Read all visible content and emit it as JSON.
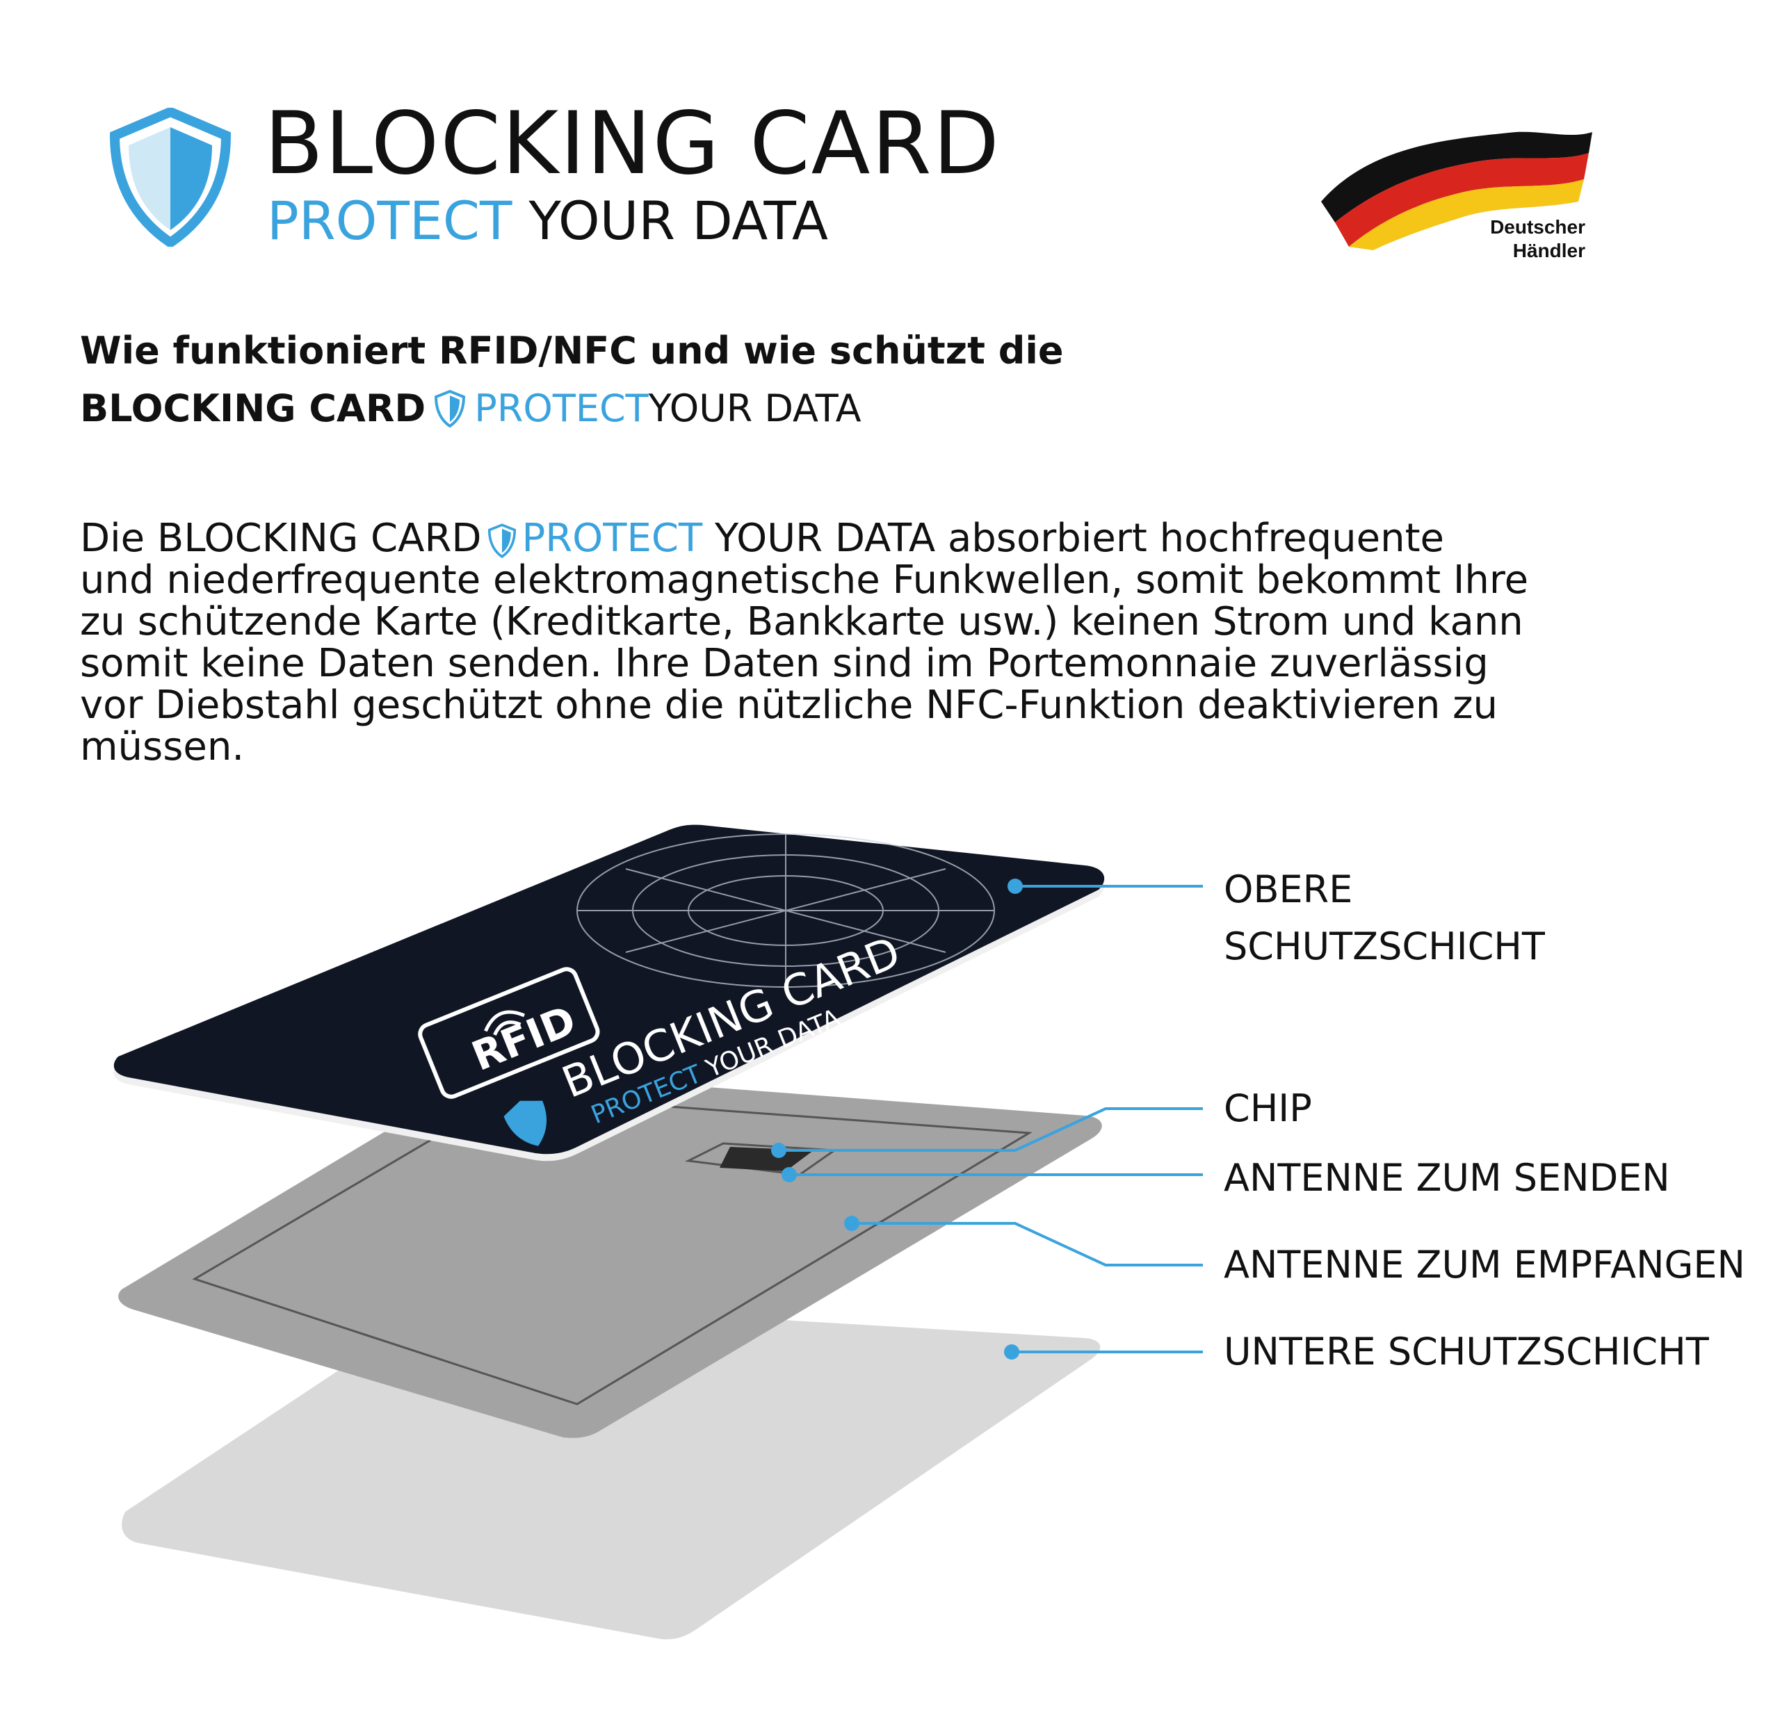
{
  "brand": {
    "title": "BLOCKING CARD",
    "subtitle_protect": "PROTECT",
    "subtitle_rest": " YOUR DATA",
    "accent_color": "#3aa3de"
  },
  "badge": {
    "text": "Deutscher\nHändler",
    "icon": "german-flag-icon"
  },
  "heading": {
    "line1": "Wie funktioniert RFID/NFC und wie schützt die",
    "brand": "BLOCKING CARD",
    "protect": "PROTECT",
    "rest": " YOUR DATA"
  },
  "body": {
    "l1_a": "Die BLOCKING CARD",
    "l1_protect": "PROTECT",
    "l1_b": " YOUR DATA absorbiert hochfrequente",
    "l2": "und niederfrequente elektromagnetische Funkwellen, somit bekommt Ihre",
    "l3": "zu schützende Karte (Kreditkarte, Bankkarte usw.) keinen Strom und kann",
    "l4": "somit keine Daten senden. Ihre Daten sind im Portemonnaie zuverlässig",
    "l5": "vor Diebstahl geschützt ohne die nützliche NFC-Funktion deaktivieren zu",
    "l6": "müssen."
  },
  "card": {
    "title": "BLOCKING CARD",
    "protect": "PROTECT",
    "rest": " YOUR DATA",
    "rfid": "RFID"
  },
  "labels": {
    "top_1": "OBERE",
    "top_2": "SCHUTZSCHICHT",
    "chip": "CHIP",
    "send": "ANTENNE ZUM SENDEN",
    "receive": "ANTENNE ZUM EMPFANGEN",
    "bottom": "UNTERE SCHUTZSCHICHT"
  }
}
